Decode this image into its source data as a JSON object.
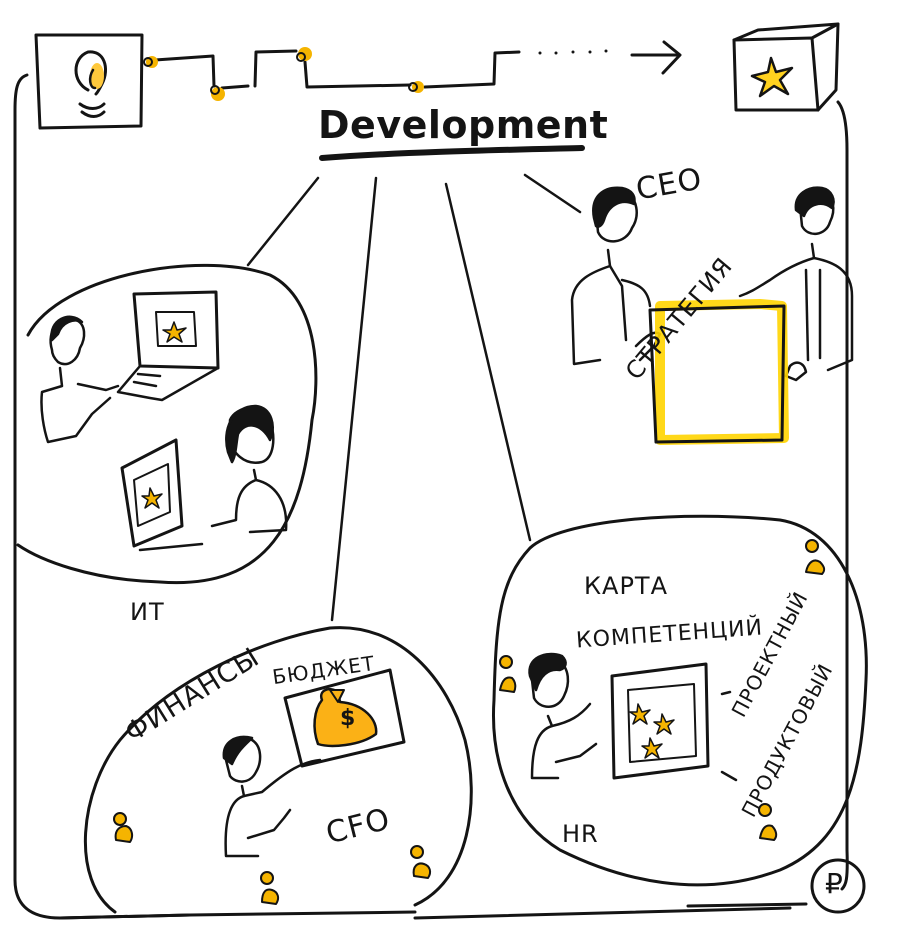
{
  "title": "Development",
  "colors": {
    "ink": "#141414",
    "accent_yellow": "#FFD400",
    "accent_orange": "#F5A300",
    "background": "#FFFFFF"
  },
  "roadmap": {
    "start_icon": "lightbulb-icon",
    "end_icon": "star-box-icon",
    "arrow_icon": "arrow-right-icon"
  },
  "sections": {
    "strategy": {
      "role_label": "CEO",
      "board_label": "СТРАТЕГИЯ"
    },
    "it": {
      "label": "ИТ"
    },
    "finance": {
      "label": "ФИНАНСЫ",
      "board_label": "БЮДЖЕТ",
      "role_label": "CFO",
      "money_symbol": "$"
    },
    "hr": {
      "label": "HR",
      "title_line1": "КАРТА",
      "title_line2": "КОМПЕТЕНЦИЙ",
      "branch1": "ПРОЕКТНЫЙ",
      "branch2": "ПРОДУКТОВЫЙ"
    }
  },
  "logo": {
    "symbol": "₽"
  }
}
